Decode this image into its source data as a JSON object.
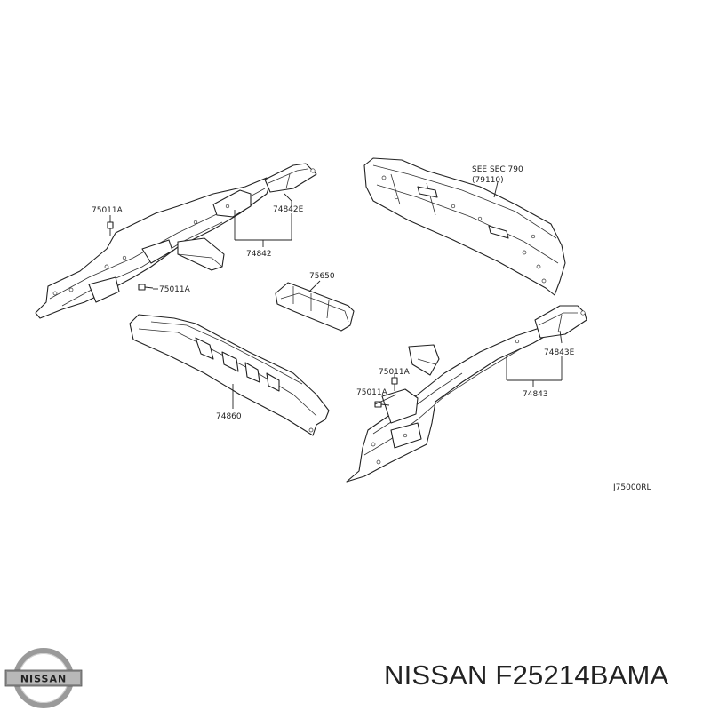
{
  "diagram": {
    "labels": {
      "l_75011A_top": "75011A",
      "l_75011A_mid": "75011A",
      "l_74842E": "74842E",
      "l_74842": "74842",
      "l_75650": "75650",
      "l_74860": "74860",
      "l_see_sec": "SEE SEC 790",
      "l_see_sec_sub": "(79110)",
      "l_74843E": "74843E",
      "l_74843": "74843",
      "l_75011A_r1": "75011A",
      "l_75011A_r2": "75011A"
    },
    "drawing_code": "J75000RL"
  },
  "footer": {
    "part_number": "NISSAN F25214BAMA"
  },
  "logo": {
    "text": "NISSAN",
    "icon": "nissan-logo-icon"
  }
}
